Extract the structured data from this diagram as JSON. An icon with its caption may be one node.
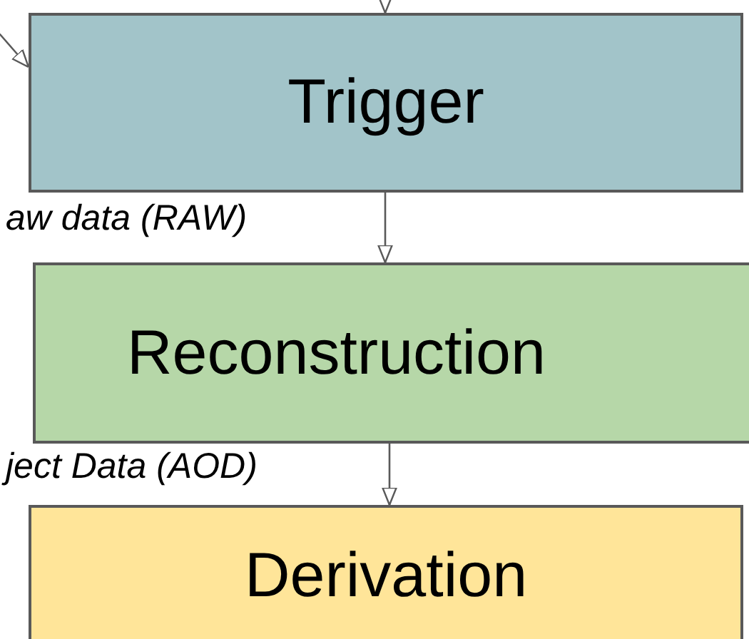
{
  "diagram": {
    "nodes": [
      {
        "text": [
          "Trigger"
        ]
      },
      {
        "text": [
          "Reconstruction"
        ]
      },
      {
        "text": [
          "Derivation"
        ]
      }
    ],
    "edges": [
      {
        "from": null,
        "to": 0,
        "arrow": "to"
      },
      {
        "from": null,
        "to": 0,
        "arrow": "to"
      },
      {
        "from": 0,
        "to": 1,
        "arrow": "to",
        "label": "aw data (RAW)"
      },
      {
        "from": 1,
        "to": 2,
        "arrow": "to",
        "label": "ject Data (AOD)"
      }
    ]
  }
}
